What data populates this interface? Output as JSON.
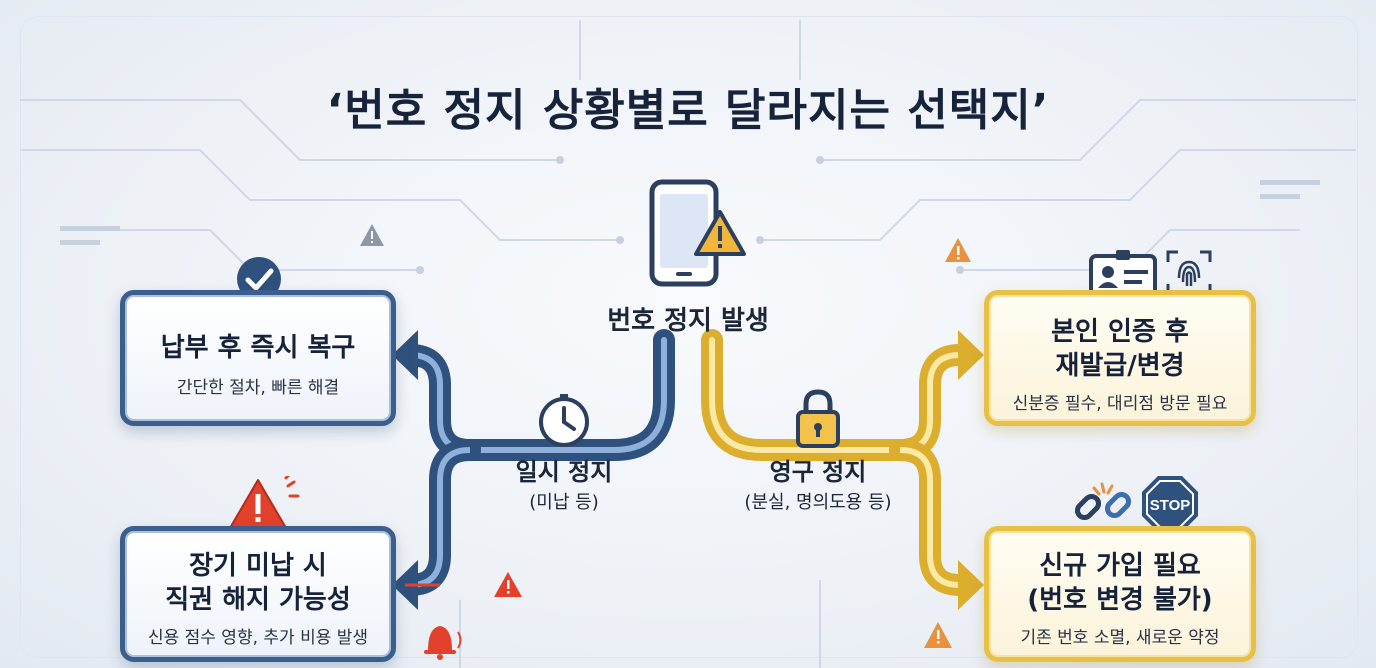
{
  "title": "‘번호 정지 상황별로 달라지는 선택지’",
  "center": {
    "label": "번호 정지 발생",
    "icon": "smartphone-warning-icon"
  },
  "temporary": {
    "label": "일시 정지",
    "sub": "(미납 등)",
    "icon": "clock-icon"
  },
  "permanent": {
    "label": "영구 정지",
    "sub": "(분실, 명의도용 등)",
    "icon": "padlock-icon"
  },
  "outcomes": {
    "pay_restore": {
      "title": "납부 후 즉시 복구",
      "desc": "간단한 절차, 빠른 해결",
      "icon": "checkmark-icon"
    },
    "long_unpaid": {
      "title_line1": "장기 미납 시",
      "title_line2": "직권 해지 가능성",
      "desc": "신용 점수 영향, 추가 비용 발생",
      "icon": "warning-icon"
    },
    "reissue": {
      "title_line1": "본인 인증 후",
      "title_line2": "재발급/변경",
      "desc": "신분증 필수, 대리점 방문 필요",
      "icons": [
        "id-card-icon",
        "fingerprint-icon"
      ]
    },
    "new_signup": {
      "title_line1": "신규 가입 필요",
      "title_line2": "(번호 변경 불가)",
      "desc": "기존 번호 소멸, 새로운 약정",
      "icons": [
        "broken-link-icon",
        "stop-sign-icon"
      ],
      "stop_text": "STOP"
    }
  },
  "colors": {
    "blue": "#3b5e8c",
    "gold": "#e7c046",
    "red": "#e2412b",
    "navy": "#17233b"
  }
}
